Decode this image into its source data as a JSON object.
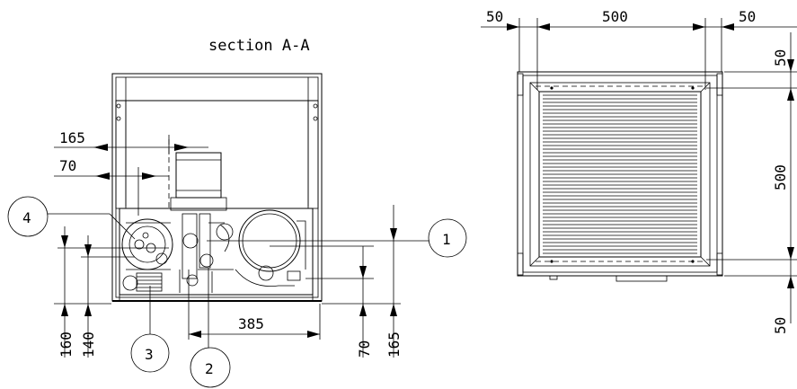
{
  "section_title": "section A-A",
  "left_view": {
    "dims": {
      "d165_top": "165",
      "d70_top": "70",
      "d385": "385",
      "d160": "160",
      "d140": "140",
      "d70_bottom": "70",
      "d165_bottom": "165"
    },
    "callouts": [
      "4",
      "1",
      "3",
      "2"
    ]
  },
  "right_view": {
    "dims": {
      "top_left": "50",
      "top_mid": "500",
      "top_right": "50",
      "right_top": "50",
      "right_mid": "500",
      "right_bottom": "50"
    }
  }
}
